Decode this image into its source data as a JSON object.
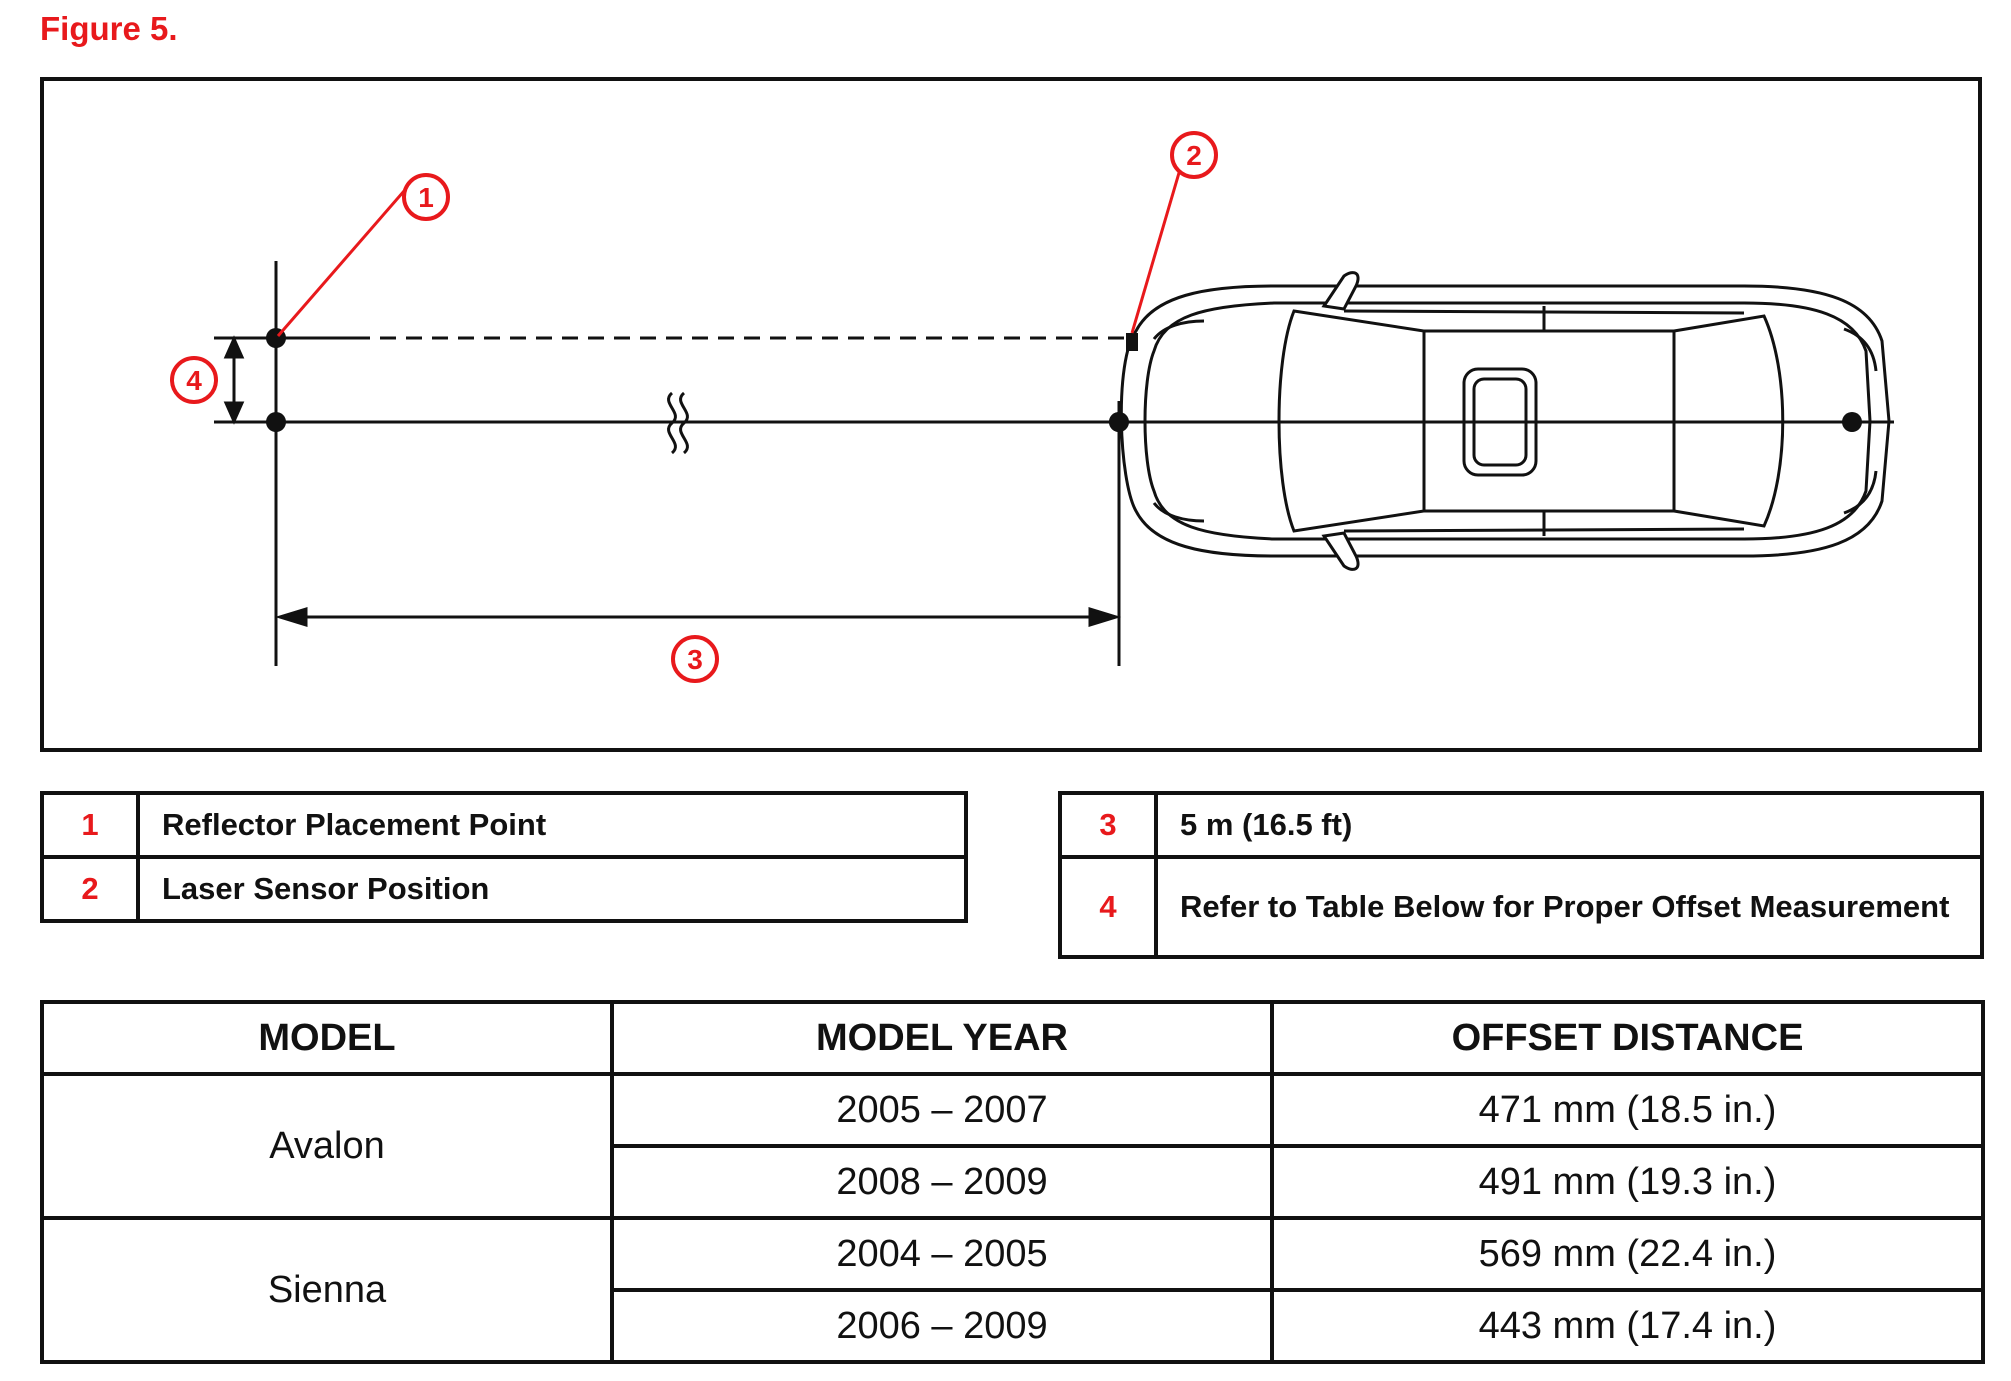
{
  "figure_title": "Figure 5.",
  "callouts": [
    "1",
    "2",
    "3",
    "4"
  ],
  "legend_left": [
    {
      "num": "1",
      "text": "Reflector Placement Point"
    },
    {
      "num": "2",
      "text": "Laser Sensor Position"
    }
  ],
  "legend_right": [
    {
      "num": "3",
      "text": "5 m (16.5 ft)"
    },
    {
      "num": "4",
      "text": "Refer to Table Below for Proper Offset Measurement"
    }
  ],
  "table": {
    "headers": [
      "MODEL",
      "MODEL YEAR",
      "OFFSET DISTANCE"
    ],
    "groups": [
      {
        "model": "Avalon",
        "rows": [
          {
            "year": "2005 – 2007",
            "offset": "471 mm (18.5 in.)"
          },
          {
            "year": "2008 – 2009",
            "offset": "491 mm (19.3 in.)"
          }
        ]
      },
      {
        "model": "Sienna",
        "rows": [
          {
            "year": "2004 – 2005",
            "offset": "569 mm (22.4 in.)"
          },
          {
            "year": "2006 – 2009",
            "offset": "443 mm (17.4 in.)"
          }
        ]
      }
    ]
  },
  "colors": {
    "callout": "#e8191c",
    "line": "#111111"
  }
}
